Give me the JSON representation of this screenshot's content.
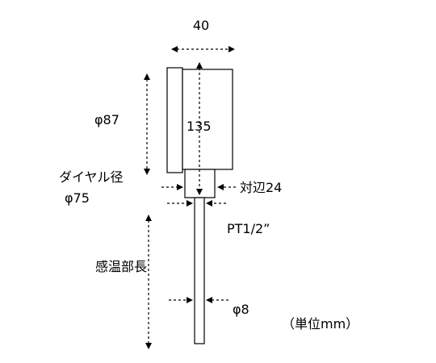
{
  "labels": {
    "width_40": "40",
    "dia_87": "φ87",
    "length_135": "135",
    "dial_diameter": "ダイヤル径",
    "dia_75": "φ75",
    "across_flats": "対辺24",
    "thread": "PT1/2”",
    "probe_length": "感温部長",
    "stem_dia": "φ8",
    "unit": "（単位mm）"
  },
  "colors": {
    "line": "#000000",
    "background": "#ffffff"
  }
}
